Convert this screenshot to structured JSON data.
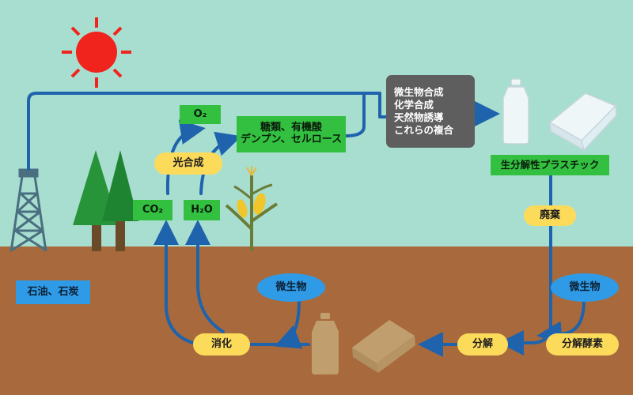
{
  "labels": {
    "o2": "O₂",
    "co2": "CO₂",
    "h2o": "H₂O",
    "photosynthesis": "光合成",
    "sugars_line1": "糖類、有機酸",
    "sugars_line2": "デンプン、セルロース",
    "synthesis_line1": "微生物合成",
    "synthesis_line2": "化学合成",
    "synthesis_line3": "天然物誘導",
    "synthesis_line4": "これらの複合",
    "biodegradable_plastic": "生分解性プラスチック",
    "disposal": "廃棄",
    "microbe_left": "微生物",
    "microbe_right": "微生物",
    "decomposition": "分解",
    "decomposing_enzymes": "分解酵素",
    "digestion": "消化",
    "oil_coal": "石油、石炭"
  },
  "colors": {
    "sky": "#a8ded0",
    "ground": "#a86a3c",
    "arrow": "#1f63ad",
    "green_label": "#33c040",
    "yellow_label": "#fddb5a",
    "blue_label": "#2f9be6",
    "dark_box": "#5e5e5e",
    "sun": "#f0241c"
  },
  "icons": [
    "sun-icon",
    "oil-derrick-icon",
    "tree-icon",
    "corn-plant-icon",
    "plastic-bottle-icon",
    "plastic-tray-icon"
  ]
}
